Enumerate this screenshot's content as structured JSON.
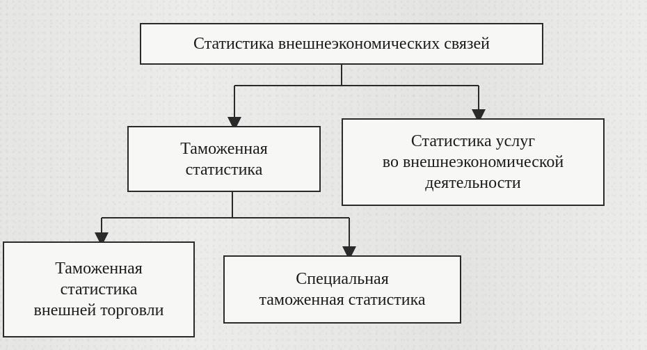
{
  "diagram": {
    "root": {
      "label": "Статистика внешнеэкономических связей"
    },
    "customs": {
      "label": "Таможенная\nстатистика"
    },
    "services": {
      "label": "Статистика услуг\nво внешнеэкономической\nдеятельности"
    },
    "foreign_trade": {
      "label": "Таможенная\nстатистика\nвнешней торговли"
    },
    "special": {
      "label": "Специальная\nтаможенная статистика"
    },
    "colors": {
      "line": "#2a2a2a",
      "box_fill": "#f7f7f5",
      "text": "#1b1b1b"
    }
  }
}
